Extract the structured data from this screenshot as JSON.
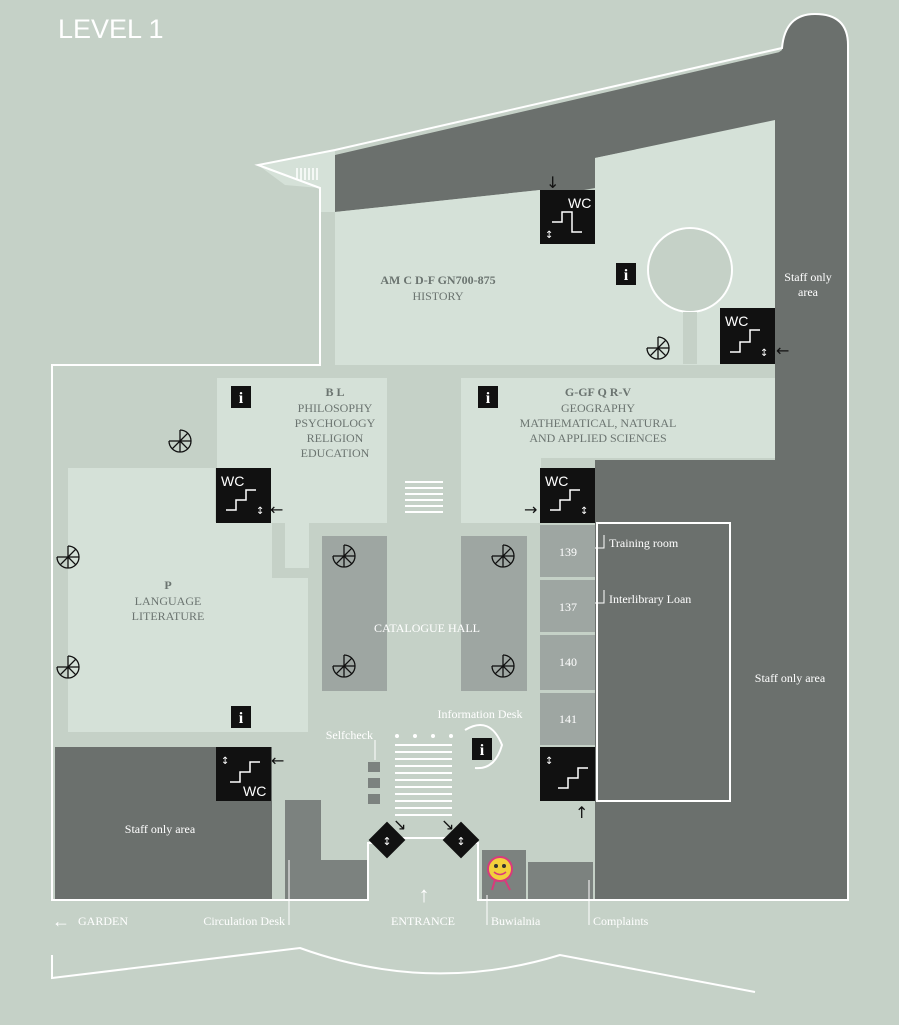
{
  "title": "LEVEL 1",
  "colors": {
    "background": "#c5d1c7",
    "room": "#d5e1d8",
    "corridor": "#c5d1c7",
    "staff": "#6b706d",
    "dark": "#7c827f",
    "shelf": "#9ea6a2",
    "icon": "#111111",
    "label": "#6b7470"
  },
  "rooms": {
    "history": {
      "code": "AM C D-F GN700-875",
      "name": "HISTORY"
    },
    "philosophy": {
      "code": "B L",
      "lines": [
        "PHILOSOPHY",
        "PSYCHOLOGY",
        "RELIGION",
        "EDUCATION"
      ]
    },
    "geography": {
      "code": "G-GF Q R-V",
      "lines": [
        "GEOGRAPHY",
        "MATHEMATICAL, NATURAL",
        "AND APPLIED SCIENCES"
      ]
    },
    "language": {
      "code": "P",
      "lines": [
        "LANGUAGE",
        "LITERATURE"
      ]
    },
    "catalogue": {
      "name": "CATALOGUE HALL"
    },
    "numbered": [
      "139",
      "137",
      "140",
      "141"
    ]
  },
  "labels": {
    "staff_top_lines": [
      "Staff only",
      "area"
    ],
    "staff_right": "Staff only area",
    "staff_left": "Staff only area",
    "training_room": "Training room",
    "interlibrary_loan": "Interlibrary Loan",
    "information_desk": "Information Desk",
    "selfcheck": "Selfcheck",
    "garden": "GARDEN",
    "circulation_desk": "Circulation Desk",
    "entrance": "ENTRANCE",
    "buwialnia": "Buwialnia",
    "complaints": "Complaints"
  },
  "icons": {
    "wc_text": "WC",
    "info_glyph": "i",
    "garden_arrow": "←",
    "entrance_arrow": "↑"
  }
}
